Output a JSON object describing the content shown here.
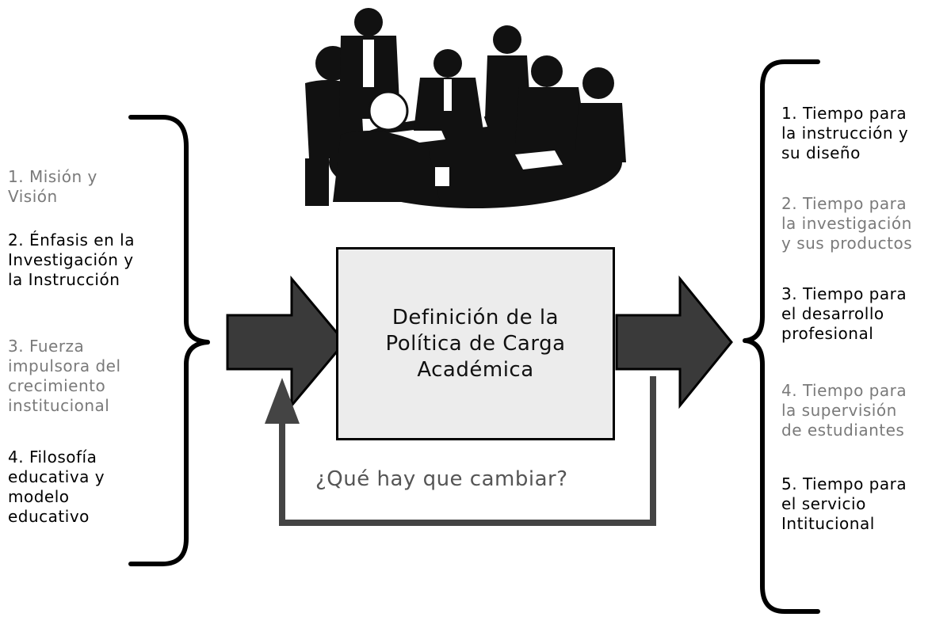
{
  "left_items": [
    {
      "text": "1. Misión y\nVisión",
      "color": "#7a7a7a"
    },
    {
      "text": "2. Énfasis en la\nInvestigación y\nla Instrucción",
      "color": "#000000"
    },
    {
      "text": "3. Fuerza\nimpulsora del\ncrecimiento\ninstitucional",
      "color": "#7a7a7a"
    },
    {
      "text": "4. Filosofía\neducativa y\nmodelo\neducativo",
      "color": "#000000"
    }
  ],
  "center": {
    "text": "Definición de la\nPolítica de Carga\nAcadémica"
  },
  "feedback": {
    "text": "¿Qué hay que cambiar?"
  },
  "right_items": [
    {
      "text": "1. Tiempo para\nla instrucción y\nsu diseño",
      "color": "#000000"
    },
    {
      "text": "2. Tiempo para\nla investigación\ny sus productos",
      "color": "#7a7a7a"
    },
    {
      "text": "3. Tiempo para\nel desarrollo\nprofesional",
      "color": "#000000"
    },
    {
      "text": "4. Tiempo para\nla supervisión\nde estudiantes",
      "color": "#7a7a7a"
    },
    {
      "text": "5. Tiempo para\nel servicio\nIntitucional",
      "color": "#000000"
    }
  ],
  "illustration": {
    "icon": "business-meeting-icon"
  }
}
